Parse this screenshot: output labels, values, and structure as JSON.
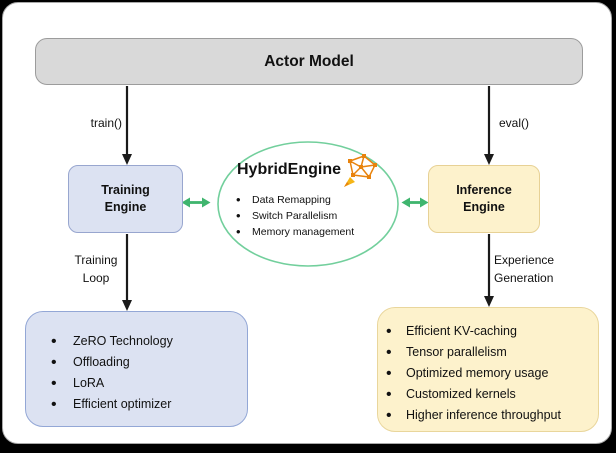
{
  "diagram": {
    "actor_model": {
      "label": "Actor Model"
    },
    "edges": {
      "train": "train()",
      "eval": "eval()",
      "training_loop": [
        "Training",
        "Loop"
      ],
      "experience_generation": [
        "Experience",
        "Generation"
      ]
    },
    "training_engine": {
      "lines": [
        "Training",
        "Engine"
      ]
    },
    "inference_engine": {
      "lines": [
        "Inference",
        "Engine"
      ]
    },
    "hybrid_engine": {
      "title": "HybridEngine",
      "icon": "network-graph-pen-icon",
      "items": [
        "Data Remapping",
        "Switch Parallelism",
        "Memory management"
      ]
    },
    "training_features": [
      "ZeRO Technology",
      "Offloading",
      "LoRA",
      "Efficient optimizer"
    ],
    "inference_features": [
      "Efficient KV-caching",
      "Tensor parallelism",
      "Optimized memory usage",
      "Customized kernels",
      "Higher inference throughput"
    ],
    "colors": {
      "lavender_fill": "#dce2f2",
      "lavender_border": "#98a6cf",
      "yellow_fill": "#fdf2cc",
      "yellow_border": "#e7d195",
      "gray_fill": "#d9d9d9",
      "gray_border": "#9c9c9c",
      "ellipse_green": "#72cf9c",
      "arrow_green": "#3fb56e",
      "arrow_black": "#1a1a1a",
      "icon_orange": "#e8830d",
      "pen_yellow": "#f5b517"
    }
  }
}
